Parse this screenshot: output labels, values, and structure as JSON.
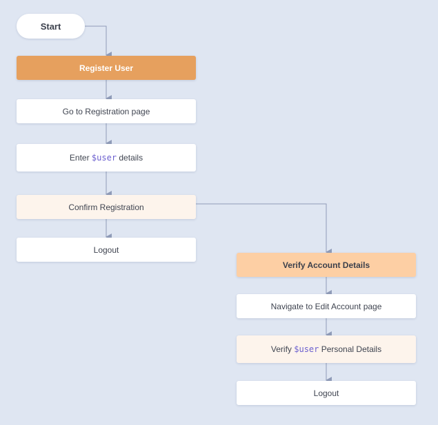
{
  "flow": {
    "start": "Start",
    "register_user": "Register User",
    "go_to_registration": "Go to Registration page",
    "enter_details": {
      "prefix": "Enter ",
      "var": "$user",
      "suffix": " details"
    },
    "confirm_registration": "Confirm Registration",
    "logout_1": "Logout",
    "verify_account_details": "Verify Account Details",
    "navigate_edit_account": "Navigate to Edit Account page",
    "verify_personal": {
      "prefix": "Verify ",
      "var": "$user",
      "suffix": " Personal Details"
    },
    "logout_2": "Logout"
  },
  "colors": {
    "background": "#dfe6f2",
    "node": "#ffffff",
    "node_soft": "#fdf4ec",
    "primary": "#e6a05e",
    "secondary": "#fdcfa4",
    "connector": "#8f9bb8",
    "variable": "#6b5fcf"
  }
}
